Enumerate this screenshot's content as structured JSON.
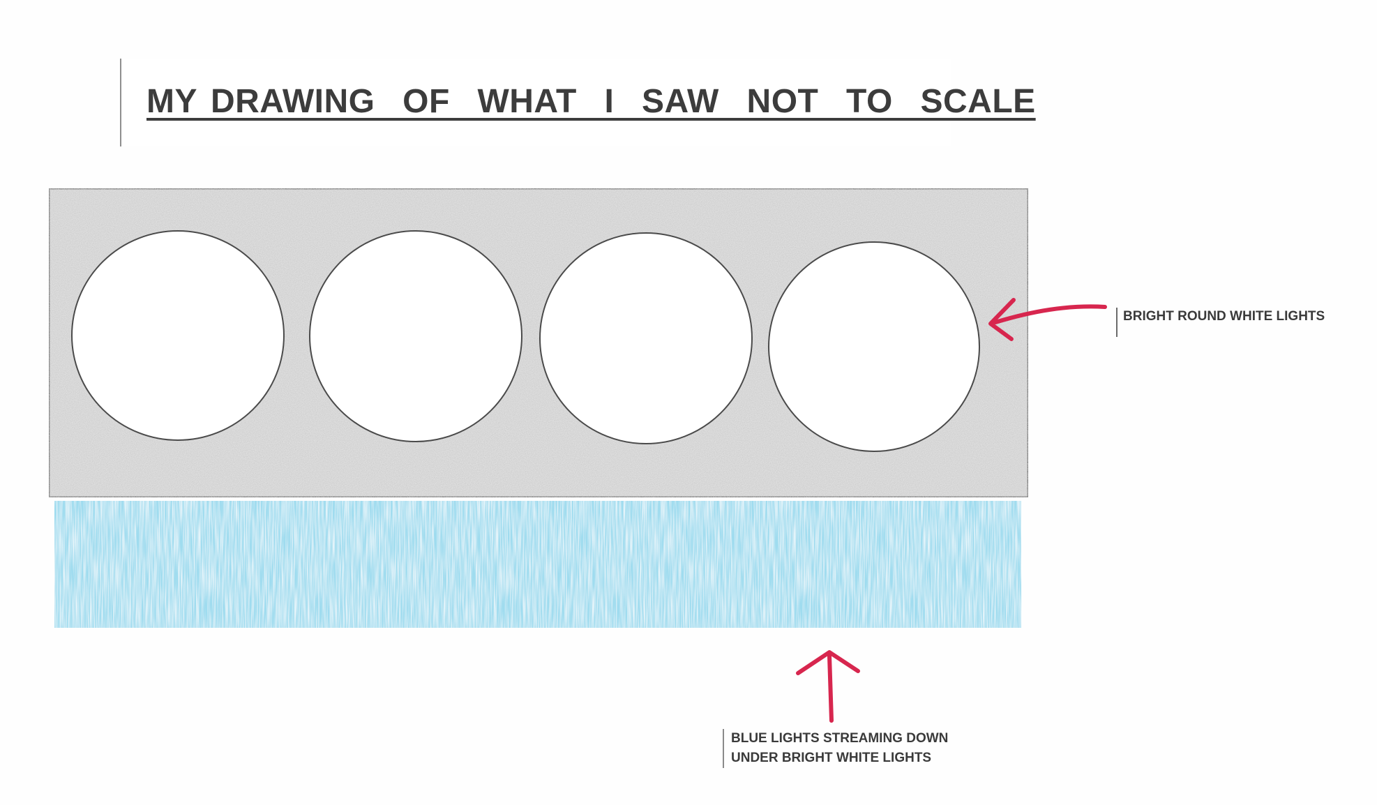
{
  "title": "MY DRAWING  OF  WHAT  I  SAW  NOT  TO  SCALE",
  "annotations": {
    "white_lights": "BRIGHT ROUND WHITE LIGHTS",
    "blue_lights_line1": "BLUE LIGHTS STREAMING DOWN",
    "blue_lights_line2": "UNDER BRIGHT WHITE LIGHTS"
  },
  "colors": {
    "panel_gray": "#c6c6c6",
    "light_white": "#ffffff",
    "streaming_blue": "#9fdcef",
    "arrow_red": "#d7264e",
    "outline": "#3a3a3a"
  },
  "icons": {
    "arrow_to_lights": "arrow-left-icon",
    "arrow_to_blue": "arrow-up-icon"
  }
}
